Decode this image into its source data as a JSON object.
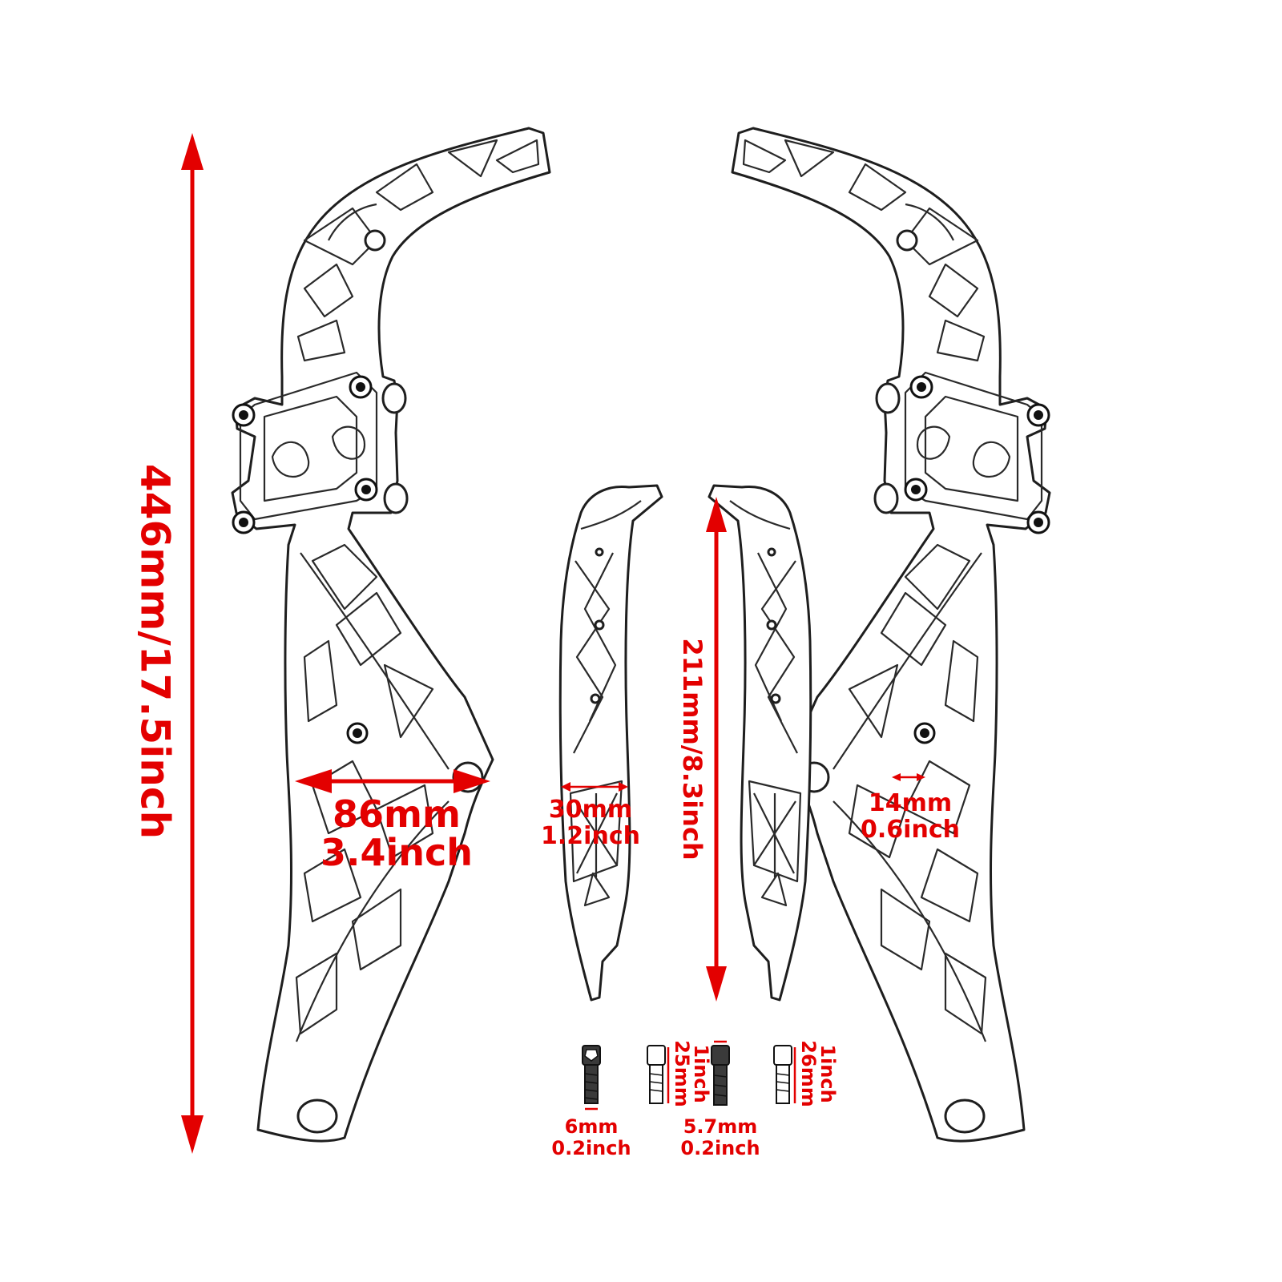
{
  "colors": {
    "dimension": "#e30000",
    "outline": "#1e1e1e",
    "background": "#ffffff"
  },
  "dimensions": {
    "total_height": "446mm/17.5inch",
    "width_mm": "86mm",
    "width_inch": "3.4inch",
    "cover_length": "211mm/8.3inch",
    "cover_width_mm": "30mm",
    "cover_width_inch": "1.2inch",
    "hole_mm": "14mm",
    "hole_inch": "0.6inch"
  },
  "screws": {
    "s1_dia_mm": "6mm",
    "s1_dia_inch": "0.2inch",
    "s2_len_mm": "25mm",
    "s2_len_inch": "1inch",
    "s3_dia_mm": "5.7mm",
    "s3_dia_inch": "0.2inch",
    "s4_len_mm": "26mm",
    "s4_len_inch": "1inch"
  }
}
